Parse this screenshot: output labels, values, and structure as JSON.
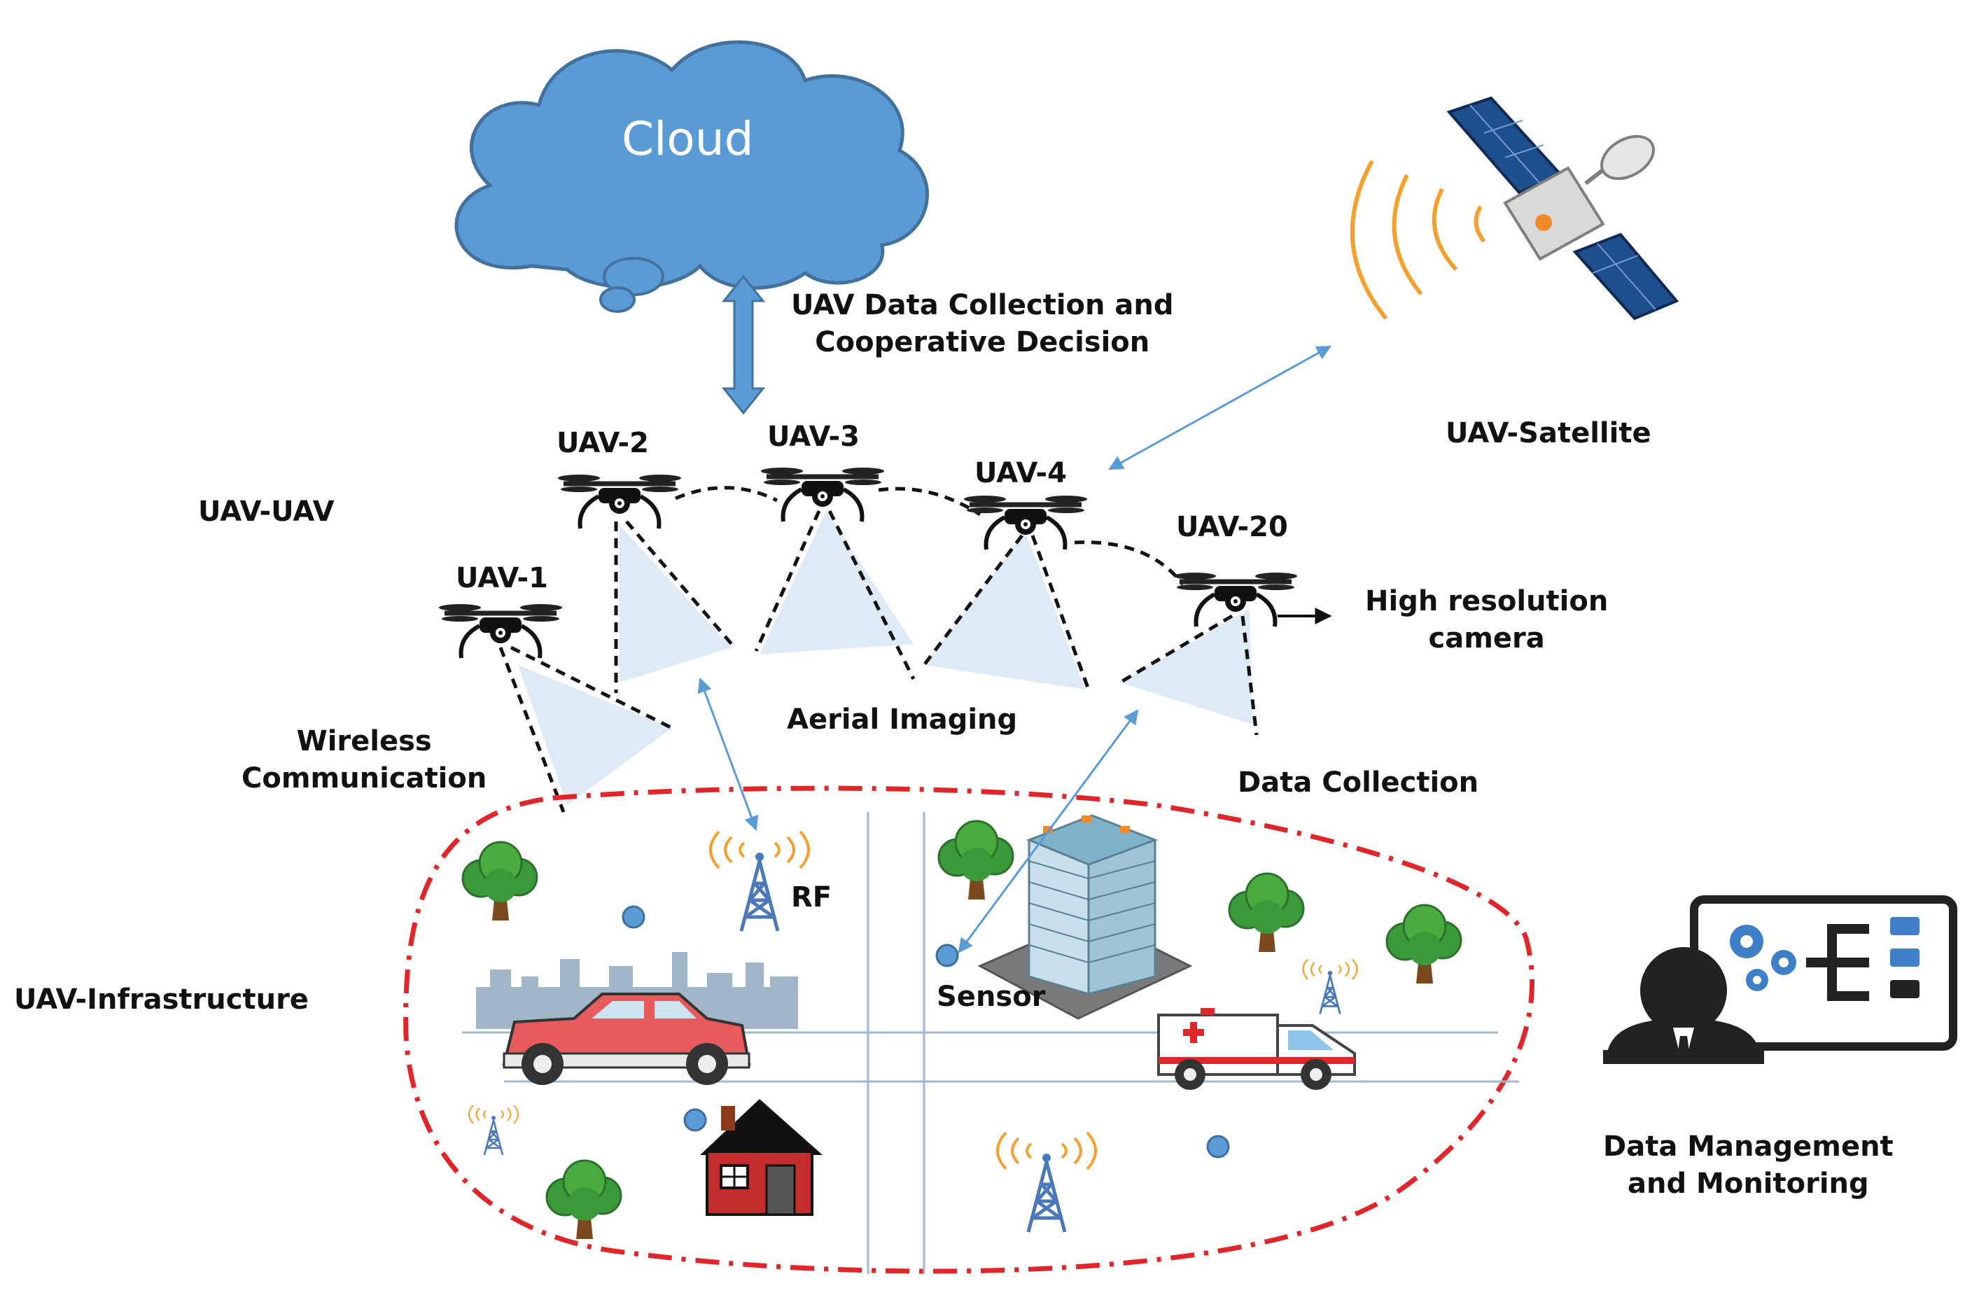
{
  "cloud": {
    "label": "Cloud"
  },
  "labels": {
    "data_collection_decision_line1": "UAV Data Collection and",
    "data_collection_decision_line2": "Cooperative Decision",
    "uav_satellite": "UAV-Satellite",
    "uav_uav": "UAV-UAV",
    "uav_infrastructure": "UAV-Infrastructure",
    "high_res_line1": "High resolution",
    "high_res_line2": "camera",
    "aerial_imaging": "Aerial Imaging",
    "wireless_line1": "Wireless",
    "wireless_line2": "Communication",
    "data_collection": "Data Collection",
    "rf": "RF",
    "sensor": "Sensor",
    "data_mgmt_line1": "Data Management",
    "data_mgmt_line2": "and Monitoring"
  },
  "uavs": [
    {
      "id": "uav1",
      "label": "UAV-1"
    },
    {
      "id": "uav2",
      "label": "UAV-2"
    },
    {
      "id": "uav3",
      "label": "UAV-3"
    },
    {
      "id": "uav4",
      "label": "UAV-4"
    },
    {
      "id": "uav20",
      "label": "UAV-20"
    }
  ],
  "colors": {
    "cloud": "#5b9bd5",
    "cloud_stroke": "#41719c",
    "beam": "#deebf7",
    "link": "#5b9bd5",
    "region_border": "#e0262b",
    "signal_arcs": "#f4a030",
    "tree": "#3a9a3a",
    "tower": "#4a78b8"
  },
  "icons": [
    "cloud-icon",
    "satellite-icon",
    "drone-icon",
    "tree-icon",
    "car-icon",
    "ambulance-icon",
    "house-icon",
    "building-icon",
    "antenna-tower-icon",
    "sensor-icon",
    "operator-icon",
    "monitor-icon"
  ]
}
